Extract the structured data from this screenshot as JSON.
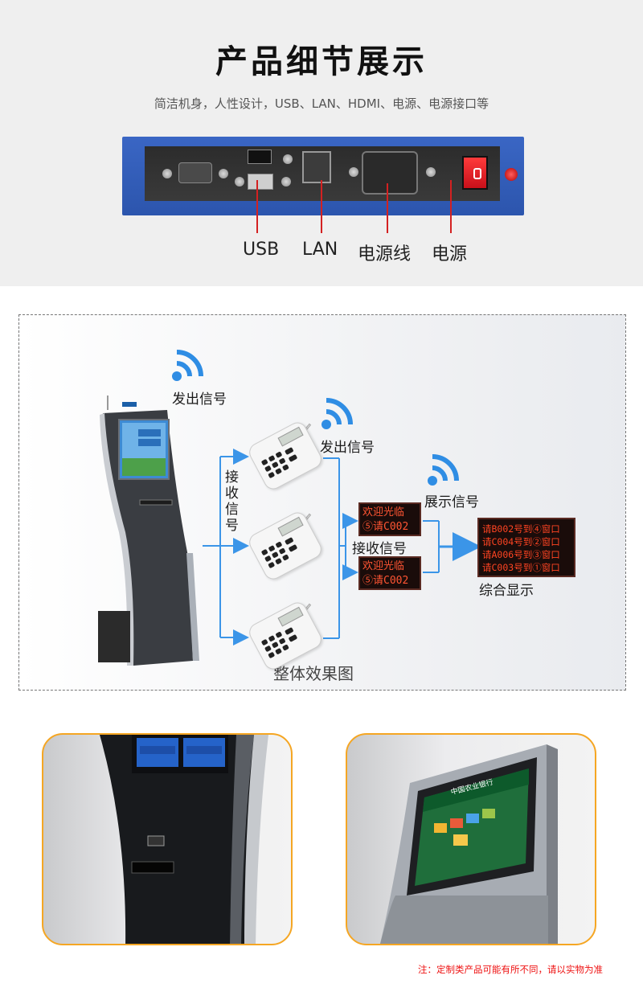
{
  "header": {
    "title": "产品细节展示",
    "subtitle": "简洁机身，人性设计，USB、LAN、HDMI、电源、电源接口等"
  },
  "ports": {
    "labels": [
      "USB",
      "LAN",
      "电源线",
      "电源"
    ]
  },
  "diagram": {
    "send_signal_1": "发出信号",
    "send_signal_2": "发出信号",
    "receive_signal_vertical": [
      "接",
      "收",
      "信",
      "号"
    ],
    "receive_signal": "接收信号",
    "display_signal": "展示信号",
    "combined_display": "综合显示",
    "caption": "整体效果图",
    "led_top": [
      "欢迎光临",
      "⑤请C002"
    ],
    "led_bottom": [
      "欢迎光临",
      "⑤请C002"
    ],
    "led_big": [
      "请B002号到④窗口",
      "请C004号到②窗口",
      "请A006号到③窗口",
      "请C003号到①窗口"
    ],
    "kiosk_screen": [
      "",
      ""
    ],
    "bank_name": "中国农业银行"
  },
  "footer": {
    "note": "注：定制类产品可能有所不同，请以实物为准"
  },
  "colors": {
    "accent_red": "#d42121",
    "arrow_blue": "#3b95e8",
    "card_border": "#f5a623",
    "panel_blue": "#2f5bb8"
  }
}
